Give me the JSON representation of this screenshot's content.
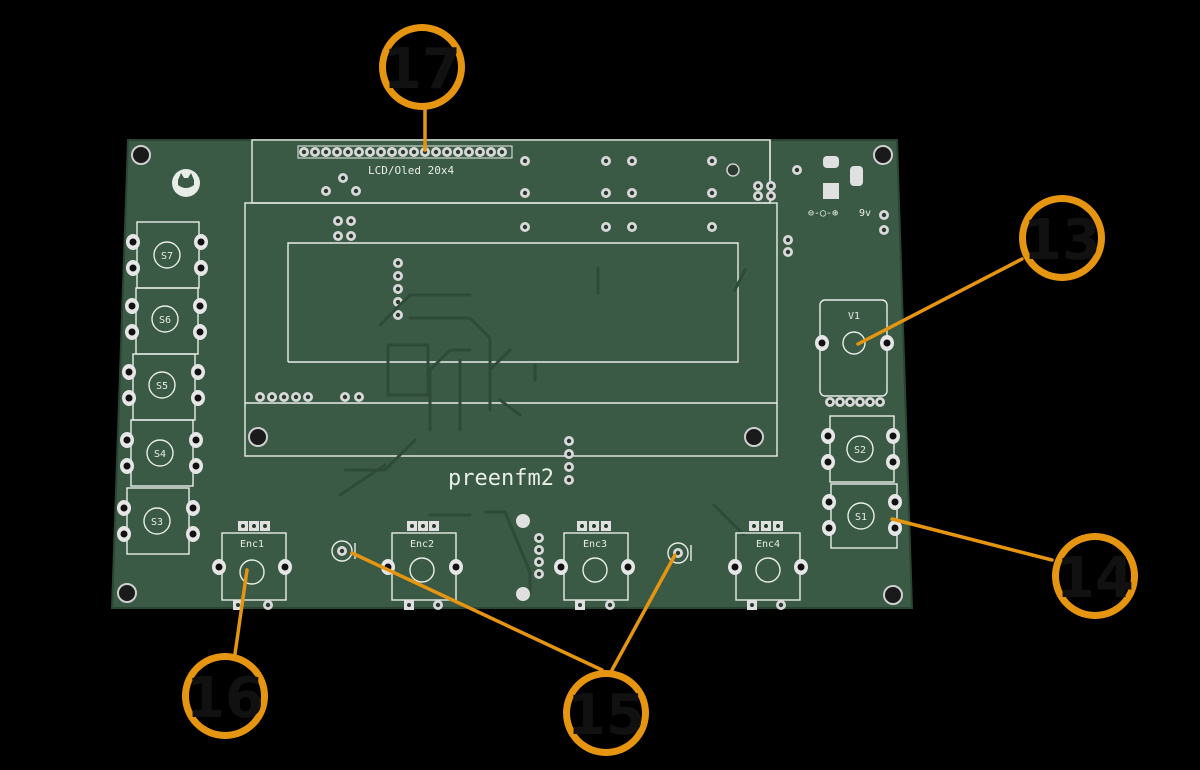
{
  "board": {
    "lcd_label": "LCD/Oled 20x4",
    "brand": "preenfm2",
    "power_label": "9v",
    "pot_label": "V1",
    "switches": [
      "S7",
      "S6",
      "S5",
      "S4",
      "S3",
      "S2",
      "S1"
    ],
    "encoders": [
      "Enc1",
      "Enc2",
      "Enc3",
      "Enc4"
    ]
  },
  "callouts": [
    "17",
    "13",
    "14",
    "15",
    "16"
  ],
  "colors": {
    "background": "#000000",
    "pcb": "#3a5a45",
    "silkscreen": "#e8ede8",
    "callout": "#e69510"
  }
}
